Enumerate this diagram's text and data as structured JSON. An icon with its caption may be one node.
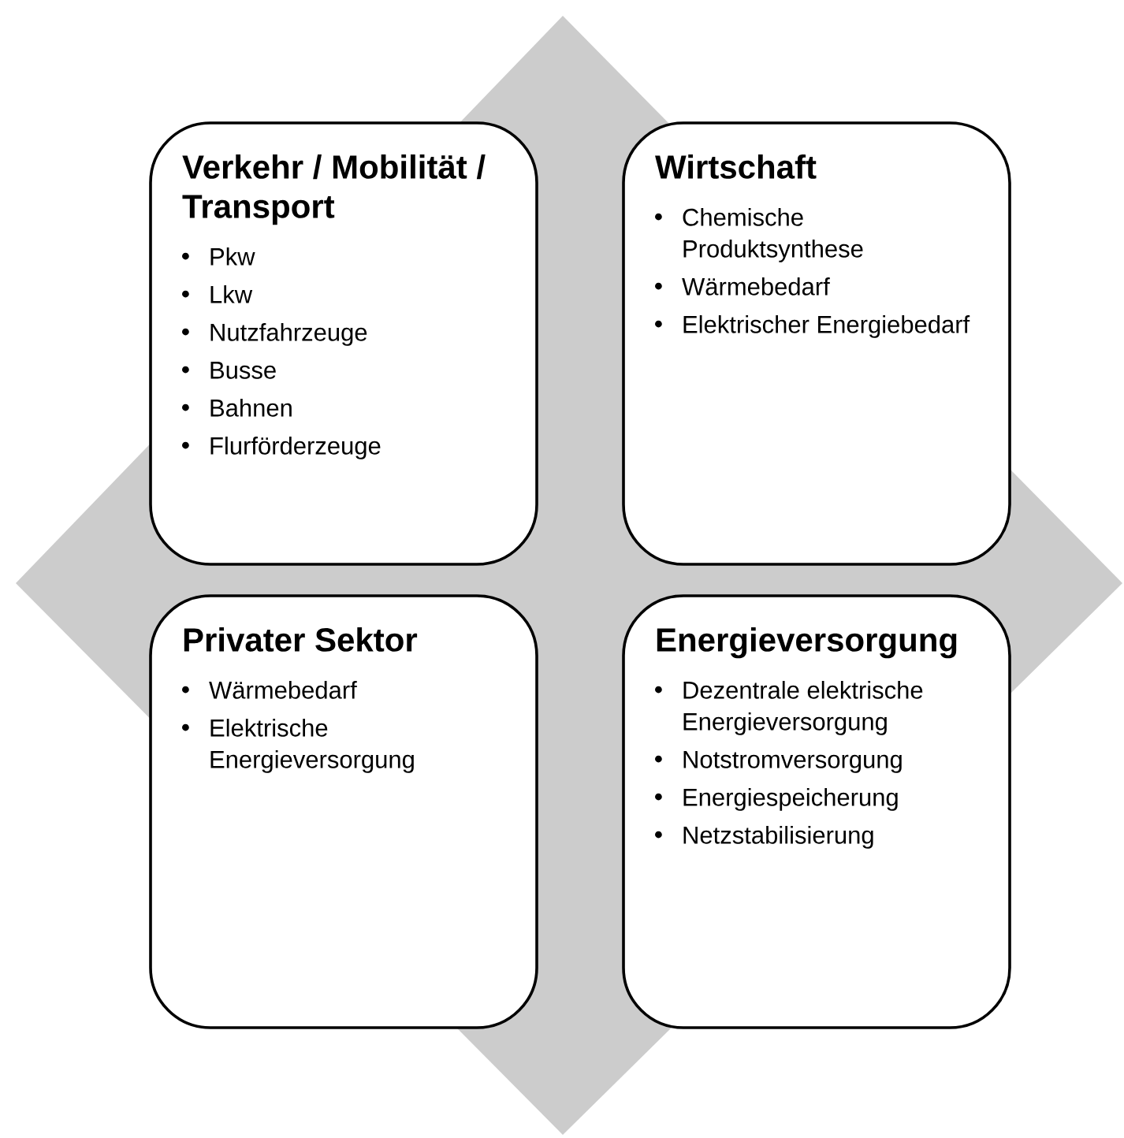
{
  "diagram": {
    "nodes": [
      {
        "text": [
          "Verkehr / Mobilität / Transport",
          "Pkw",
          "Lkw",
          "Nutzfahrzeuge",
          "Busse",
          "Bahnen",
          "Flurförderzeuge"
        ]
      },
      {
        "text": [
          "Wirtschaft",
          "Chemische Produktsynthese",
          "Wärmebedarf",
          "Elektrischer Energiebedarf"
        ]
      },
      {
        "text": [
          "Privater Sektor",
          "Wärmebedarf",
          "Elektrische Energieversorgung"
        ]
      },
      {
        "text": [
          "Energieversorgung",
          "Dezentrale elektrische Energieversorgung",
          "Notstromversorgung",
          "Energiespeicherung",
          "Netzstabilisierung"
        ]
      }
    ]
  }
}
